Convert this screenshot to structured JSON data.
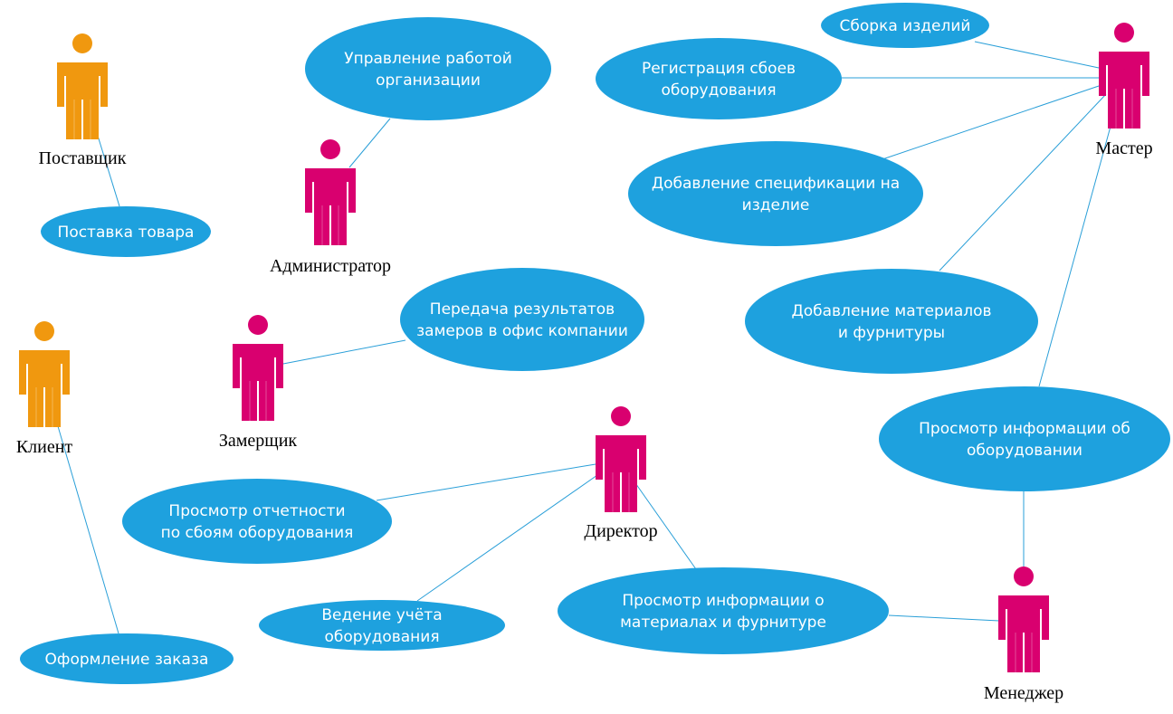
{
  "colors": {
    "usecase_fill": "#1ea1de",
    "line": "#2a9fd8",
    "actor_primary": "#d9006f",
    "actor_external": "#f0980f",
    "text_on_usecase": "#ffffff",
    "actor_label": "#000000"
  },
  "actors": [
    {
      "id": "supplier",
      "label": "Поставщик",
      "color": "external"
    },
    {
      "id": "admin",
      "label": "Администратор",
      "color": "primary"
    },
    {
      "id": "client",
      "label": "Клиент",
      "color": "external"
    },
    {
      "id": "measurer",
      "label": "Замерщик",
      "color": "primary"
    },
    {
      "id": "director",
      "label": "Директор",
      "color": "primary"
    },
    {
      "id": "master",
      "label": "Мастер",
      "color": "primary"
    },
    {
      "id": "manager",
      "label": "Менеджер",
      "color": "primary"
    }
  ],
  "use_cases": [
    {
      "id": "uc_manage",
      "lines": [
        "Управление работой",
        "организации"
      ]
    },
    {
      "id": "uc_supply",
      "lines": [
        "Поставка товара"
      ]
    },
    {
      "id": "uc_assembly",
      "lines": [
        "Сборка изделий"
      ]
    },
    {
      "id": "uc_failreg",
      "lines": [
        "Регистрация сбоев",
        "оборудования"
      ]
    },
    {
      "id": "uc_spec",
      "lines": [
        "Добавление спецификации на",
        "изделие"
      ]
    },
    {
      "id": "uc_materials",
      "lines": [
        "Добавление материалов",
        "и фурнитуры"
      ]
    },
    {
      "id": "uc_measure",
      "lines": [
        "Передача результатов",
        "замеров в офис компании"
      ]
    },
    {
      "id": "uc_equipinfo",
      "lines": [
        "Просмотр информации об",
        "оборудовании"
      ]
    },
    {
      "id": "uc_report",
      "lines": [
        "Просмотр отчетности",
        "по сбоям оборудования"
      ]
    },
    {
      "id": "uc_accounting",
      "lines": [
        "Ведение учёта",
        "оборудования"
      ]
    },
    {
      "id": "uc_matinfo",
      "lines": [
        "Просмотр информации о",
        "материалах и фурнитуре"
      ]
    },
    {
      "id": "uc_order",
      "lines": [
        "Оформление заказа"
      ]
    }
  ],
  "associations": [
    [
      "supplier",
      "uc_supply"
    ],
    [
      "admin",
      "uc_manage"
    ],
    [
      "client",
      "uc_order"
    ],
    [
      "measurer",
      "uc_measure"
    ],
    [
      "director",
      "uc_report"
    ],
    [
      "director",
      "uc_accounting"
    ],
    [
      "director",
      "uc_matinfo"
    ],
    [
      "master",
      "uc_assembly"
    ],
    [
      "master",
      "uc_failreg"
    ],
    [
      "master",
      "uc_spec"
    ],
    [
      "master",
      "uc_materials"
    ],
    [
      "master",
      "uc_equipinfo"
    ],
    [
      "manager",
      "uc_equipinfo"
    ],
    [
      "manager",
      "uc_matinfo"
    ]
  ]
}
